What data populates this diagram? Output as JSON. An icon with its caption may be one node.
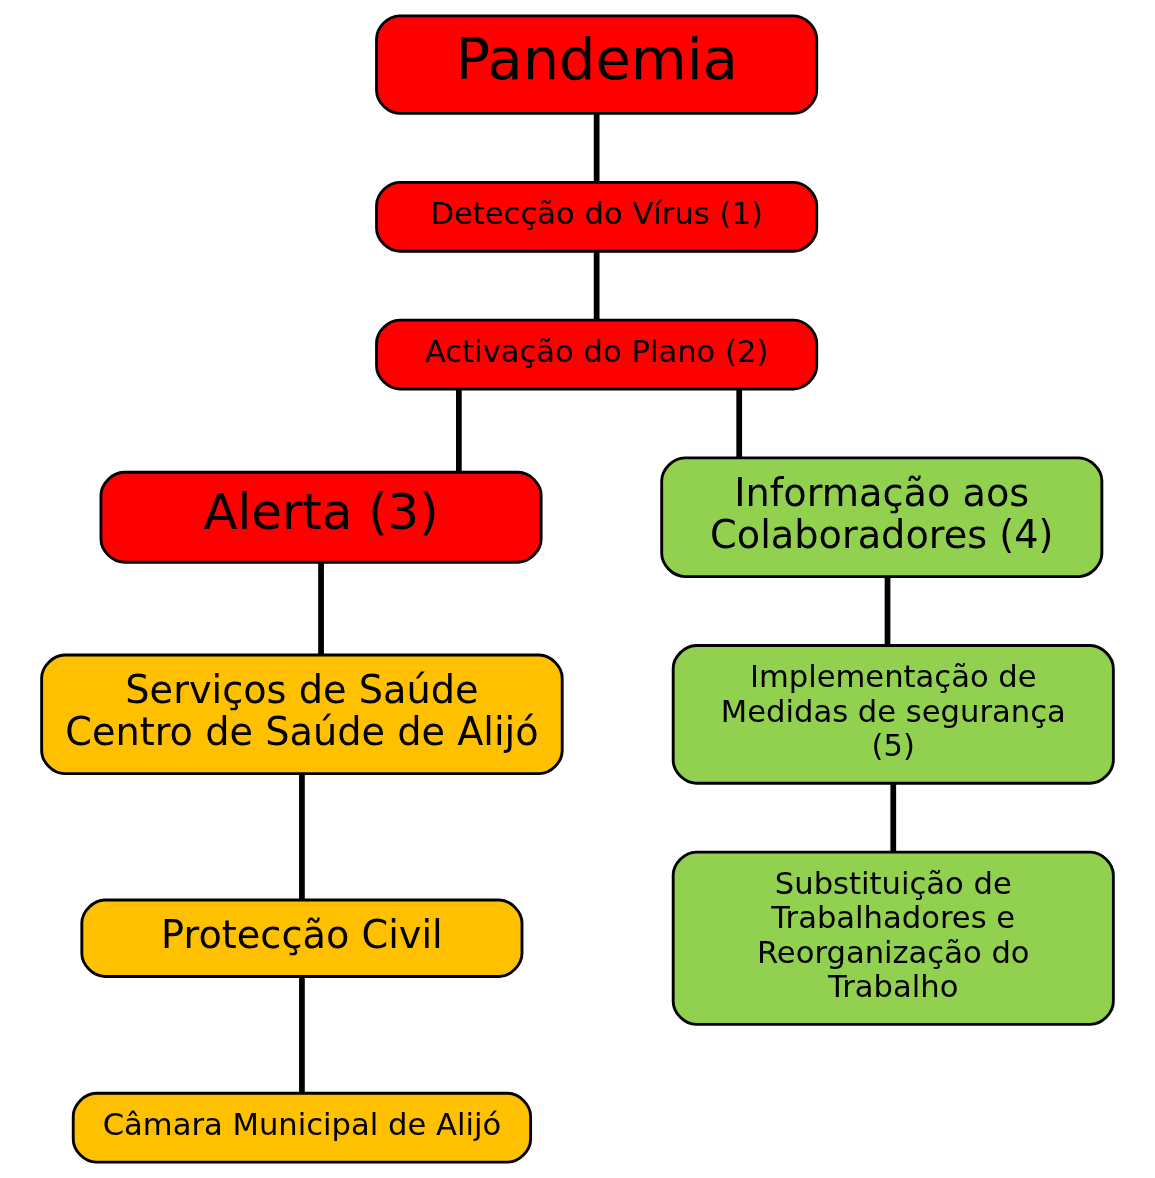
{
  "diagram": {
    "nodes": [
      {
        "text": [
          "Pandemia"
        ]
      },
      {
        "text": [
          "Detecção do Vírus (1)"
        ]
      },
      {
        "text": [
          "Activação do Plano (2)"
        ]
      },
      {
        "text": [
          "Alerta (3)"
        ]
      },
      {
        "text": [
          "Informação aos Colaboradores (4)"
        ]
      },
      {
        "text": [
          "Implementação de Medidas de segurança (5)"
        ]
      },
      {
        "text": [
          "Substituição de Trabalhadores e Reorganização do Trabalho"
        ]
      },
      {
        "text": [
          "Serviços de Saúde",
          "Centro de Saúde de Alijó"
        ]
      },
      {
        "text": [
          "Protecção Civil"
        ]
      },
      {
        "text": [
          "Câmara Municipal de Alijó"
        ]
      }
    ],
    "edges": [
      {
        "from": 0,
        "to": 1,
        "arrow": "none"
      },
      {
        "from": 1,
        "to": 2,
        "arrow": "none"
      },
      {
        "from": 2,
        "to": 4,
        "arrow": "none"
      },
      {
        "from": 2,
        "to": 3,
        "arrow": "none"
      },
      {
        "from": 4,
        "to": 5,
        "arrow": "none"
      },
      {
        "from": 5,
        "to": 6,
        "arrow": "none"
      },
      {
        "from": 3,
        "to": 7,
        "arrow": "none"
      },
      {
        "from": 7,
        "to": 8,
        "arrow": "none"
      },
      {
        "from": 8,
        "to": 9,
        "arrow": "none"
      }
    ]
  }
}
